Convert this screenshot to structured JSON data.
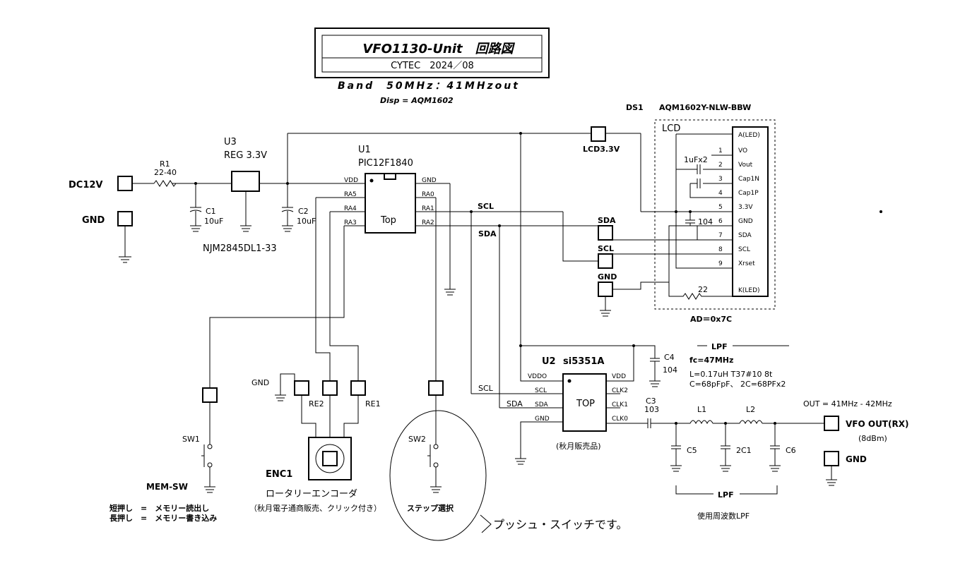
{
  "title": {
    "main": "VFO1130-Unit　回路図",
    "sub": "CYTEC　2024／08",
    "band": "Band　50MHz：41MHzout",
    "disp": "Disp = AQM1602"
  },
  "power": {
    "dc_in": "DC12V",
    "gnd": "GND",
    "r1_ref": "R1",
    "r1_val": "22-40",
    "u3_ref": "U3",
    "u3_val": "REG 3.3V",
    "u3_part": "NJM2845DL1-33",
    "c1_ref": "C1",
    "c1_val": "10uF",
    "c2_ref": "C2",
    "c2_val": "10uF"
  },
  "mcu": {
    "ref": "U1",
    "part": "PIC12F1840",
    "body": "Top",
    "pins_left": [
      "VDD",
      "RA5",
      "RA4",
      "RA3"
    ],
    "pins_right": [
      "GND",
      "RA0",
      "RA1",
      "RA2"
    ]
  },
  "lcd": {
    "ref": "DS1",
    "part": "AQM1602Y-NLW-BBW",
    "box_label": "LCD",
    "pin_nums": [
      "1",
      "2",
      "3",
      "4",
      "5",
      "6",
      "7",
      "8",
      "9"
    ],
    "pin_names": [
      "A(LED)",
      "VO",
      "Vout",
      "Cap1N",
      "Cap1P",
      "3.3V",
      "GND",
      "SDA",
      "SCL",
      "Xrset",
      "K(LED)"
    ],
    "cap_label": "1uFx2",
    "cap104": "104",
    "r22": "22",
    "address": "AD＝0x7C",
    "conn_lcd": "LCD3.3V",
    "conn_sda": "SDA",
    "conn_scl": "SCL",
    "conn_gnd": "GND"
  },
  "bus": {
    "scl": "SCL",
    "sda": "SDA"
  },
  "synth": {
    "ref": "U2",
    "part": "si5351A",
    "body": "TOP",
    "note": "(秋月販売品)",
    "pins_left": [
      "VDDO",
      "SCL",
      "SDA",
      "GND"
    ],
    "pins_right": [
      "VDD",
      "CLK2",
      "CLK1",
      "CLK0"
    ],
    "c4_ref": "C4",
    "c4_val": "104",
    "c3_ref": "C3",
    "c3_val": "103"
  },
  "lpf": {
    "header": "LPF",
    "fc": "fc=47MHz",
    "spec1": "L=0.17uH T37#10 8t",
    "spec2": "C=68pFpF、 2C=68PFx2",
    "l1": "L1",
    "l2": "L2",
    "c5": "C5",
    "c2c1": "2C1",
    "c6": "C6",
    "bracket": "LPF",
    "caption": "使用周波数LPF",
    "out_range": "OUT = 41MHz - 42MHz",
    "vfo_out": "VFO OUT(RX)",
    "vfo_level": "(8dBm)",
    "gnd": "GND"
  },
  "controls": {
    "sw1": "SW1",
    "mem_sw": "MEM-SW",
    "short_press": "短押し　=　メモリー読出し",
    "long_press": "長押し　=　メモリー書き込み",
    "enc_gnd": "GND",
    "re2": "RE2",
    "re1": "RE1",
    "enc_ref": "ENC1",
    "enc_name": "ロータリーエンコーダ",
    "enc_note": "（秋月電子通商販売、クリック付き）",
    "sw2": "SW2",
    "step": "ステップ選択",
    "push_note": "プッシュ・スイッチです。"
  }
}
